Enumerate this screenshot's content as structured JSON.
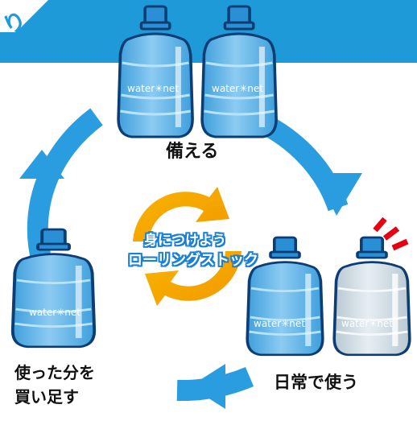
{
  "banner": {
    "color": "#1f9ad8",
    "fragment": "り"
  },
  "cycle": {
    "title_line1": "身につけよう",
    "title_line2": "ローリングストック",
    "arrow_color": "#2a9de0",
    "badge_colors": [
      "#f7b500",
      "#f39800"
    ],
    "steps": [
      {
        "label": "備える"
      },
      {
        "label": "日常で使う"
      },
      {
        "label_line1": "使った分を",
        "label_line2": "買い足す"
      }
    ]
  },
  "bottles": {
    "brand": "water✳net",
    "count": 5,
    "empty_count": 1
  }
}
